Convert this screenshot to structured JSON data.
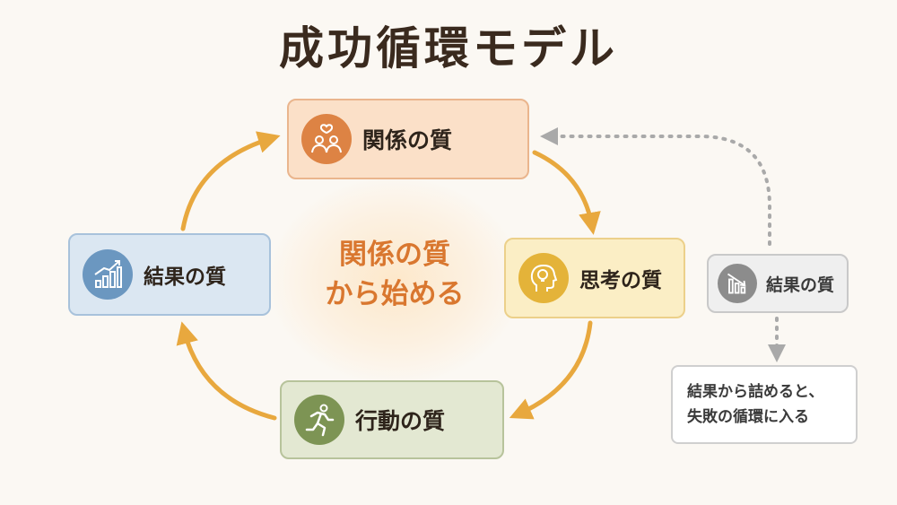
{
  "title": "成功循環モデル",
  "center": {
    "line1": "関係の質",
    "line2": "から始める"
  },
  "nodes": {
    "relationship": {
      "label": "関係の質",
      "icon": "people-heart-icon"
    },
    "thinking": {
      "label": "思考の質",
      "icon": "head-lightbulb-icon"
    },
    "action": {
      "label": "行動の質",
      "icon": "running-person-icon"
    },
    "result": {
      "label": "結果の質",
      "icon": "growth-chart-icon"
    },
    "result_bad": {
      "label": "結果の質",
      "icon": "decline-chart-icon"
    }
  },
  "note": {
    "line1": "結果から詰めると、",
    "line2": "失敗の循環に入る"
  },
  "colors": {
    "cycle_arrow": "#e8a83e",
    "dotted_arrow": "#a9a9a9",
    "center_text": "#d9772f",
    "title": "#3a2a1e"
  }
}
